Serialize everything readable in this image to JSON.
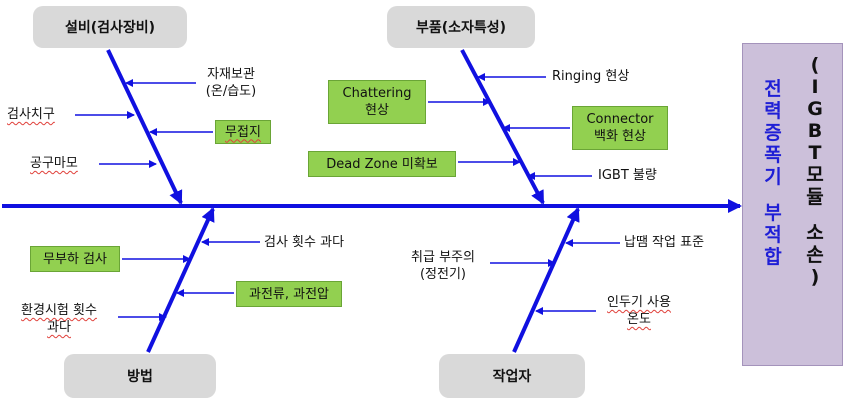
{
  "categories": {
    "equipment": "설비(검사장비)",
    "parts": "부품(소자특성)",
    "method": "방법",
    "worker": "작업자"
  },
  "causes": {
    "equipment": {
      "storage_env": "자재보관\n(온/습도)",
      "inspection_jig": "검사치구",
      "no_contact": "무접지",
      "tool_wear": "공구마모"
    },
    "parts": {
      "ringing": "Ringing 현상",
      "chattering": "Chattering\n현상",
      "connector": "Connector\n백화 현상",
      "dead_zone": "Dead Zone 미확보",
      "igbt_defect": "IGBT 불량"
    },
    "method": {
      "no_load_test": "무부하 검사",
      "test_excess": "검사 횟수 과다",
      "overcurrent": "과전류, 과전압",
      "env_test_excess": "환경시험 횟수\n과다"
    },
    "worker": {
      "handling": "취급 부주의\n(정전기)",
      "solder_standard": "납땜 작업 표준",
      "solder_temp": "인두기 사용\n온도"
    }
  },
  "effect": {
    "title_col1": [
      "전",
      "력",
      "증",
      "폭",
      "기",
      "",
      "부",
      "적",
      "합"
    ],
    "title_col2": [
      "(",
      "I",
      "G",
      "B",
      "T",
      "모",
      "듈",
      "",
      "소",
      "손",
      ")"
    ]
  },
  "colors": {
    "arrow": "#1010e0",
    "category_box": "#d9d9d9",
    "highlight_box": "#92d050",
    "effect_box": "#ccc0da"
  }
}
